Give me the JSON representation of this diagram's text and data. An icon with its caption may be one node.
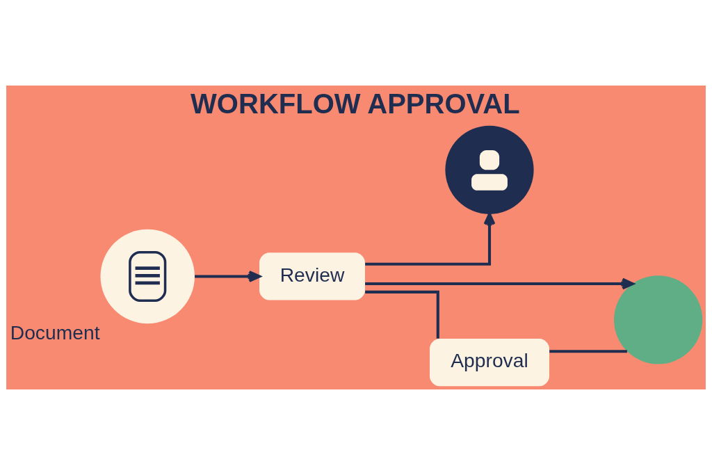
{
  "diagram": {
    "title": "WORKFLOW APPROVAL",
    "nodes": [
      {
        "text": [
          "Document"
        ]
      },
      {
        "text": [
          "Review"
        ]
      },
      {
        "text": [],
        "shape": "person"
      },
      {
        "text": [],
        "shape": "circle"
      },
      {
        "text": [
          "Approval"
        ]
      }
    ],
    "edges": [
      {
        "from": 0,
        "to": 1,
        "arrow": "to"
      },
      {
        "from": 1,
        "to": 2,
        "arrow": "to"
      },
      {
        "from": 1,
        "to": 3,
        "arrow": "to"
      },
      {
        "from": 1,
        "to": 4,
        "arrow": "none"
      },
      {
        "from": 4,
        "to": 3,
        "arrow": "none"
      }
    ]
  }
}
